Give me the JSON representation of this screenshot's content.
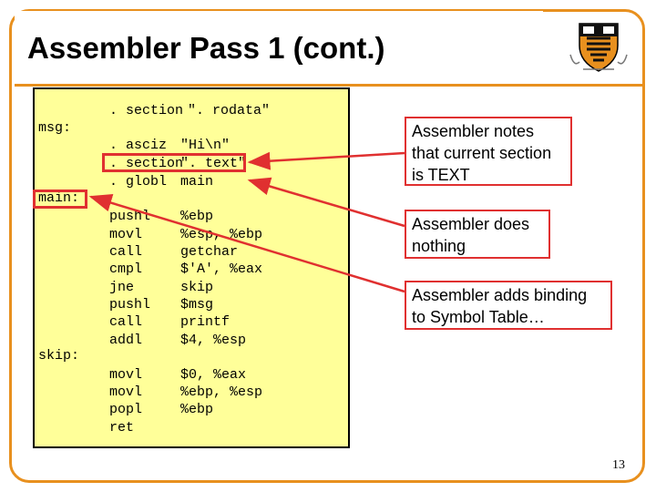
{
  "slide": {
    "title": "Assembler Pass 1 (cont.)",
    "page_number": "13",
    "accent_color": "#e8901e",
    "highlight_color": "#e03030",
    "code_background": "#ffff99"
  },
  "code": {
    "labels": [
      "msg:",
      "main:",
      "skip:"
    ],
    "rows": [
      {
        "op": ". section",
        "arg": "\". rodata\""
      },
      {
        "op": ". asciz",
        "arg": "\"Hi\\n\""
      },
      {
        "op": ". section",
        "arg": "\". text\""
      },
      {
        "op": ". globl",
        "arg": "main"
      },
      {
        "op": "pushl",
        "arg": "%ebp"
      },
      {
        "op": "movl",
        "arg": "%esp, %ebp"
      },
      {
        "op": "call",
        "arg": "getchar"
      },
      {
        "op": "cmpl",
        "arg": "$'A', %eax"
      },
      {
        "op": "jne",
        "arg": "skip"
      },
      {
        "op": "pushl",
        "arg": "$msg"
      },
      {
        "op": "call",
        "arg": "printf"
      },
      {
        "op": "addl",
        "arg": "$4, %esp"
      },
      {
        "op": "movl",
        "arg": "$0, %eax"
      },
      {
        "op": "movl",
        "arg": "%ebp, %esp"
      },
      {
        "op": "popl",
        "arg": "%ebp"
      },
      {
        "op": "ret",
        "arg": ""
      }
    ]
  },
  "notes": [
    "Assembler notes that current section is TEXT",
    "Assembler does nothing",
    "Assembler adds binding to Symbol Table…"
  ],
  "logo": {
    "icon": "princeton-shield-icon"
  }
}
